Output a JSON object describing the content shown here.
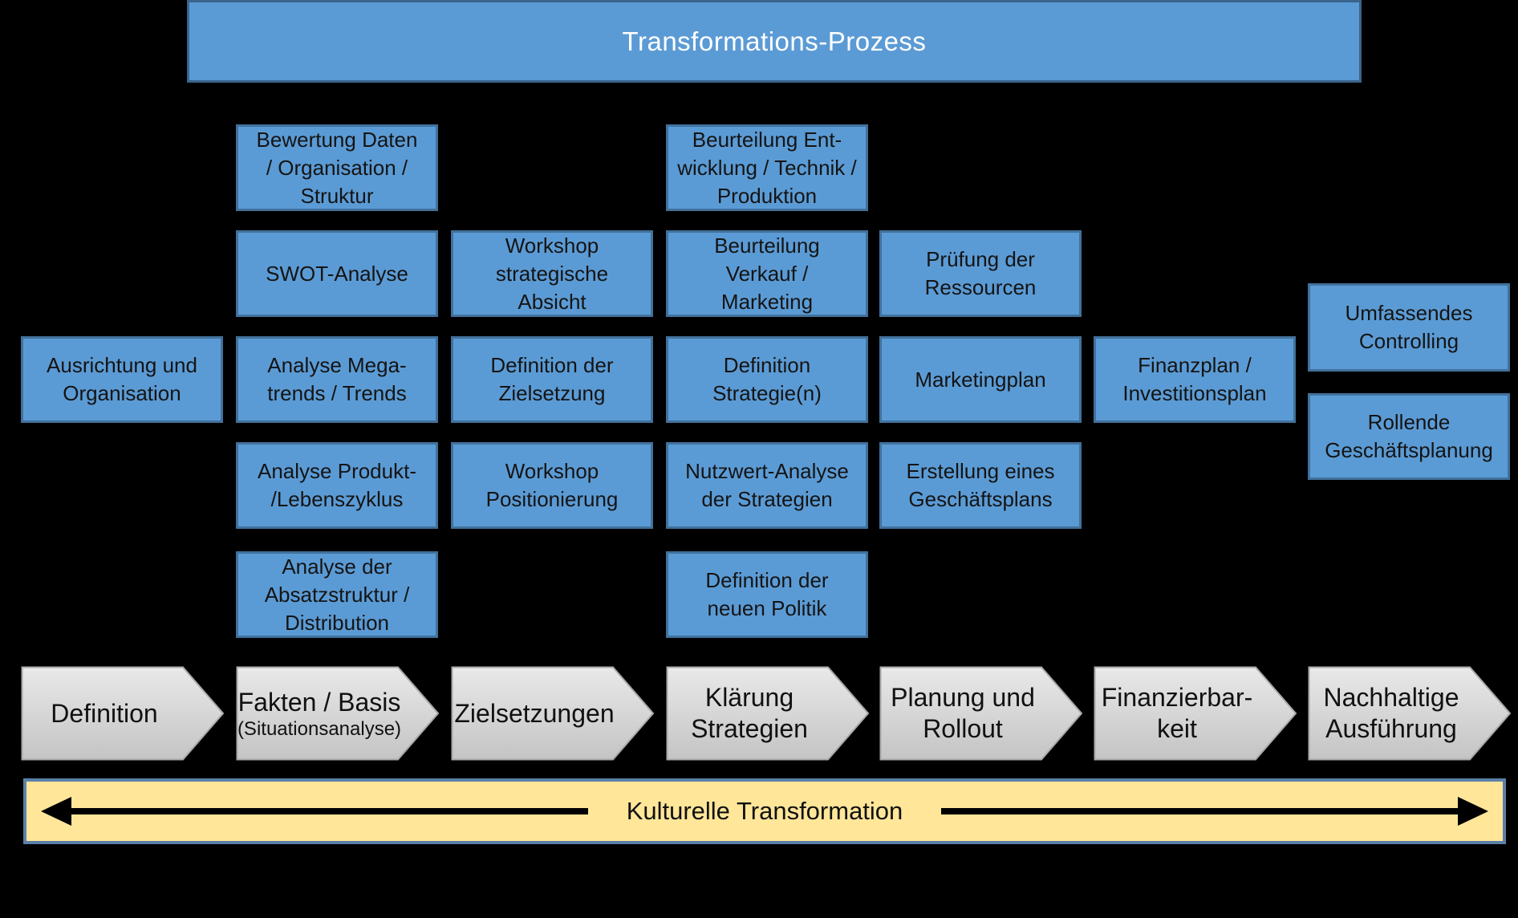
{
  "header": {
    "title": "Transformations-Prozess"
  },
  "colors": {
    "background": "#000000",
    "box_fill": "#5B9BD5",
    "box_border": "#41719C",
    "box_text": "#141414",
    "banner_text": "#FFFFFF",
    "phase_fill_top": "#E9E9E9",
    "phase_fill_bottom": "#C4C4C4",
    "phase_border": "#A9A9A9",
    "culture_fill": "#FFE699",
    "culture_border": "#5B80A8",
    "culture_arrow": "#000000"
  },
  "process_boxes": [
    {
      "lines": [
        "Ausrichtung und",
        "Organisation"
      ]
    },
    {
      "lines": [
        "Bewertung Daten",
        "/ Organisation /",
        "Struktur"
      ]
    },
    {
      "lines": [
        "SWOT-Analyse"
      ]
    },
    {
      "lines": [
        "Analyse Mega-",
        "trends / Trends"
      ]
    },
    {
      "lines": [
        "Analyse Produkt-",
        "/Lebenszyklus"
      ]
    },
    {
      "lines": [
        "Analyse der",
        "Absatzstruktur /",
        "Distribution"
      ]
    },
    {
      "lines": [
        "Workshop",
        "strategische",
        "Absicht"
      ]
    },
    {
      "lines": [
        "Definition der",
        "Zielsetzung"
      ]
    },
    {
      "lines": [
        "Workshop",
        "Positionierung"
      ]
    },
    {
      "lines": [
        "Beurteilung Ent-",
        "wicklung / Technik /",
        "Produktion"
      ]
    },
    {
      "lines": [
        "Beurteilung",
        "Verkauf /",
        "Marketing"
      ]
    },
    {
      "lines": [
        "Definition",
        "Strategie(n)"
      ]
    },
    {
      "lines": [
        "Nutzwert-Analyse",
        "der Strategien"
      ]
    },
    {
      "lines": [
        "Definition der",
        "neuen Politik"
      ]
    },
    {
      "lines": [
        "Prüfung der",
        "Ressourcen"
      ]
    },
    {
      "lines": [
        "Marketingplan"
      ]
    },
    {
      "lines": [
        "Erstellung eines",
        "Geschäftsplans"
      ]
    },
    {
      "lines": [
        "Finanzplan /",
        "Investitionsplan"
      ]
    },
    {
      "lines": [
        "Umfassendes",
        "Controlling"
      ]
    },
    {
      "lines": [
        "Rollende",
        "Geschäftsplanung"
      ]
    }
  ],
  "phases": [
    {
      "lines": [
        "Definition"
      ],
      "subline": ""
    },
    {
      "lines": [
        "Fakten / Basis"
      ],
      "subline": "(Situationsanalyse)"
    },
    {
      "lines": [
        "Zielsetzungen"
      ],
      "subline": ""
    },
    {
      "lines": [
        "Klärung",
        "Strategien"
      ],
      "subline": ""
    },
    {
      "lines": [
        "Planung und",
        "Rollout"
      ],
      "subline": ""
    },
    {
      "lines": [
        "Finanzierbar-",
        "keit"
      ],
      "subline": ""
    },
    {
      "lines": [
        "Nachhaltige",
        "Ausführung"
      ],
      "subline": ""
    }
  ],
  "culture_banner": {
    "label": "Kulturelle Transformation"
  }
}
